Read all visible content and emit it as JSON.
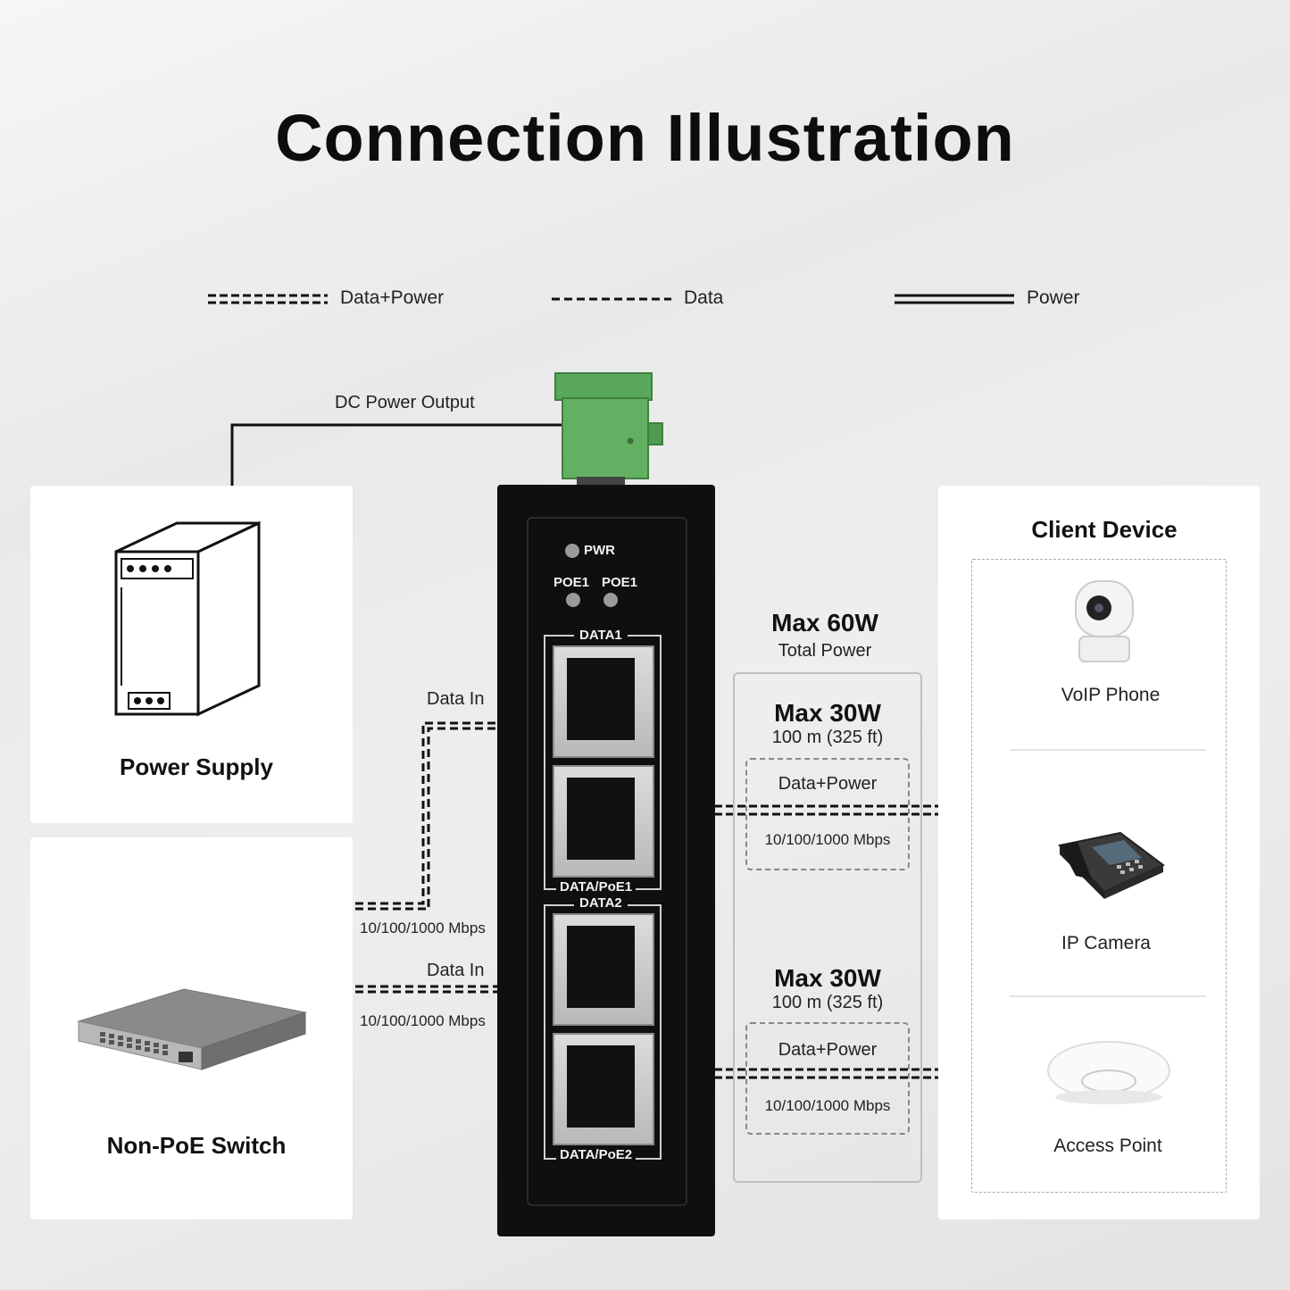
{
  "title": "Connection Illustration",
  "legend": [
    {
      "label": "Data+Power",
      "style": "double-dashed"
    },
    {
      "label": "Data",
      "style": "dashed"
    },
    {
      "label": "Power",
      "style": "solid"
    }
  ],
  "power_supply": {
    "label": "Power Supply",
    "output_label": "DC Power Output"
  },
  "switch": {
    "label": "Non-PoE Switch",
    "data_in_1": "Data In",
    "speed_1": "10/100/1000 Mbps",
    "data_in_2": "Data In",
    "speed_2": "10/100/1000 Mbps"
  },
  "injector": {
    "pwr": "PWR",
    "poe_led_1": "POE1",
    "poe_led_2": "POE1",
    "port_data1": "DATA1",
    "port_poe1": "DATA/PoE1",
    "port_data2": "DATA2",
    "port_poe2": "DATA/PoE2"
  },
  "specs": {
    "total_big": "Max 60W",
    "total_small": "Total Power",
    "port1": {
      "max": "Max 30W",
      "distance": "100 m (325 ft)",
      "type": "Data+Power",
      "speed": "10/100/1000 Mbps"
    },
    "port2": {
      "max": "Max 30W",
      "distance": "100 m (325 ft)",
      "type": "Data+Power",
      "speed": "10/100/1000 Mbps"
    }
  },
  "client": {
    "title": "Client Device",
    "items": [
      "VoIP Phone",
      "IP Camera",
      "Access Point"
    ]
  },
  "colors": {
    "terminal_green": "#5aa85a",
    "device_black": "#0f0f0f"
  }
}
